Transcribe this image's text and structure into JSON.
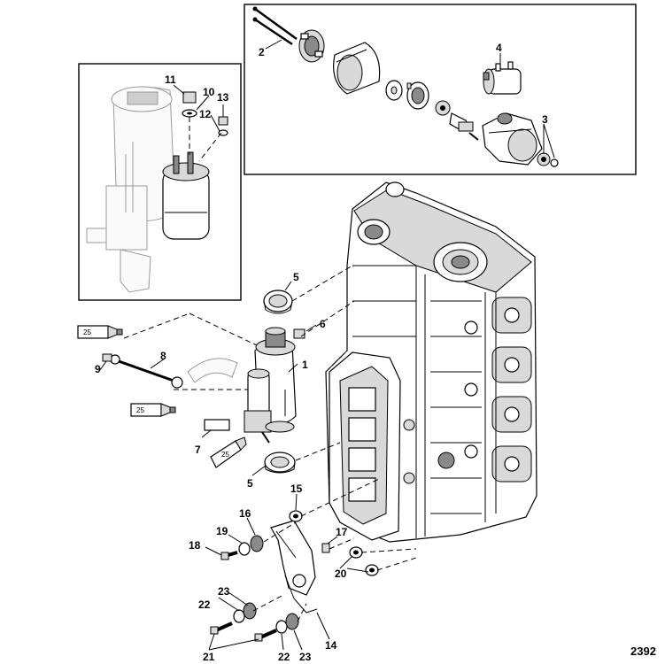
{
  "figure_number": "2392",
  "callouts": {
    "c1": "1",
    "c2": "2",
    "c3": "3",
    "c4": "4",
    "c5a": "5",
    "c5b": "5",
    "c6": "6",
    "c7": "7",
    "c8": "8",
    "c9": "9",
    "c10": "10",
    "c11": "11",
    "c12": "12",
    "c13": "13",
    "c14": "14",
    "c15": "15",
    "c16": "16",
    "c17": "17",
    "c18": "18",
    "c19": "19",
    "c20": "20",
    "c21": "21",
    "c22a": "22",
    "c22b": "22",
    "c23a": "23",
    "c23b": "23"
  },
  "sealant_tubes": {
    "t1": "25",
    "t2": "25",
    "t3": "25"
  }
}
